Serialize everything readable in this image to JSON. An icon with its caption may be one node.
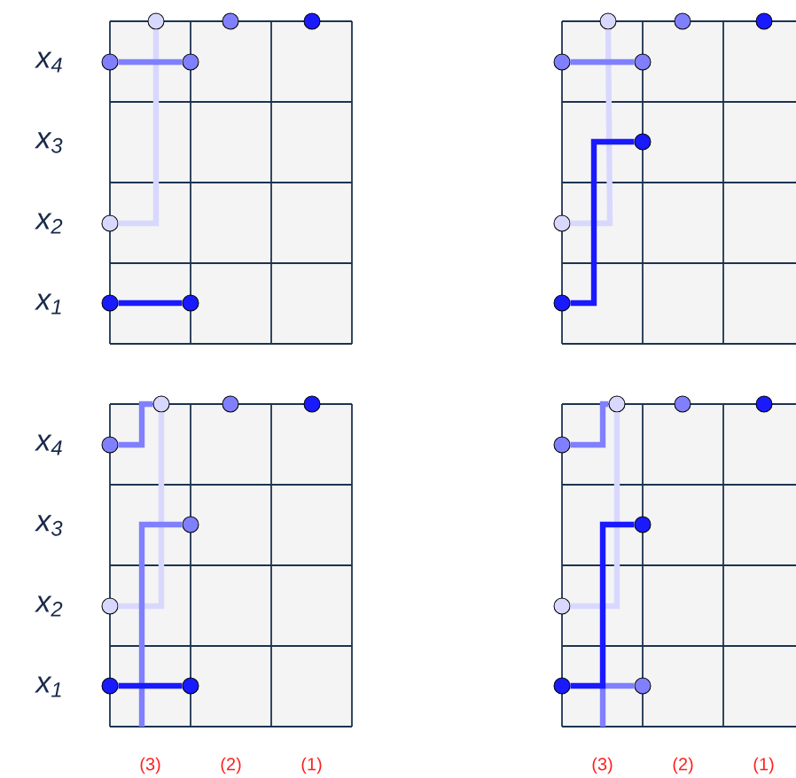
{
  "diagram": {
    "nodes": [
      {
        "text": [],
        "shape": "circle"
      },
      {
        "text": [],
        "shape": "circle"
      },
      {
        "text": [],
        "shape": "circle"
      },
      {
        "text": [],
        "shape": "circle"
      },
      {
        "text": [],
        "shape": "circle"
      },
      {
        "text": [],
        "shape": "circle"
      },
      {
        "text": [],
        "shape": "circle"
      },
      {
        "text": [],
        "shape": "circle"
      },
      {
        "text": [],
        "shape": "circle"
      },
      {
        "text": [],
        "shape": "circle"
      },
      {
        "text": [],
        "shape": "circle"
      },
      {
        "text": [],
        "shape": "circle"
      },
      {
        "text": [],
        "shape": "circle"
      },
      {
        "text": [],
        "shape": "circle"
      },
      {
        "text": [],
        "shape": "circle"
      },
      {
        "text": [],
        "shape": "circle"
      },
      {
        "text": [],
        "shape": "circle"
      },
      {
        "text": [],
        "shape": "circle"
      },
      {
        "text": [],
        "shape": "circle"
      },
      {
        "text": [],
        "shape": "circle"
      },
      {
        "text": [],
        "shape": "circle"
      },
      {
        "text": [],
        "shape": "circle"
      },
      {
        "text": [],
        "shape": "circle"
      },
      {
        "text": [],
        "shape": "circle"
      },
      {
        "text": [],
        "shape": "circle"
      },
      {
        "text": [],
        "shape": "circle"
      },
      {
        "text": [],
        "shape": "circle"
      },
      {
        "text": [],
        "shape": "circle"
      },
      {
        "text": [],
        "shape": "circle"
      },
      {
        "text": [],
        "shape": "circle"
      },
      {
        "text": [],
        "shape": "circle"
      },
      {
        "text": [],
        "shape": "circle"
      }
    ],
    "edges": [
      {
        "from": 3,
        "to": 4,
        "arrow": "none",
        "color": "#8080ff"
      },
      {
        "from": 0,
        "to": 5,
        "arrow": "none",
        "color": "#d8d8ff"
      },
      {
        "from": 6,
        "to": 7,
        "arrow": "none",
        "color": "#1a1aff"
      },
      {
        "from": 11,
        "to": 12,
        "arrow": "none",
        "color": "#8080ff"
      },
      {
        "from": 8,
        "to": 14,
        "arrow": "none",
        "color": "#d8d8ff"
      },
      {
        "from": 15,
        "to": 13,
        "arrow": "none",
        "color": "#1a1aff"
      },
      {
        "from": 19,
        "to": 16,
        "arrow": "none",
        "color": "#8080ff"
      },
      {
        "from": 16,
        "to": 21,
        "arrow": "none",
        "color": "#d8d8ff"
      },
      {
        "from": 20,
        "to": null,
        "arrow": "none",
        "color": "#8080ff"
      },
      {
        "from": 22,
        "to": 23,
        "arrow": "none",
        "color": "#1a1aff"
      },
      {
        "from": 27,
        "to": 24,
        "arrow": "none",
        "color": "#8080ff"
      },
      {
        "from": 24,
        "to": 29,
        "arrow": "none",
        "color": "#d8d8ff"
      },
      {
        "from": 28,
        "to": 30,
        "arrow": "none",
        "color": "#1a1aff"
      },
      {
        "from": 31,
        "to": null,
        "arrow": "none",
        "color": "#8080ff"
      }
    ],
    "labels": [
      "x$_{4}$",
      "x$_{3}$",
      "x$_{2}$",
      "x$_{1}$",
      "x$_{4}$",
      "x$_{3}$",
      "x$_{2}$",
      "x$_{1}$",
      "(3)",
      "(2)",
      "(1)",
      "(3)",
      "(2)",
      "(1)"
    ]
  }
}
